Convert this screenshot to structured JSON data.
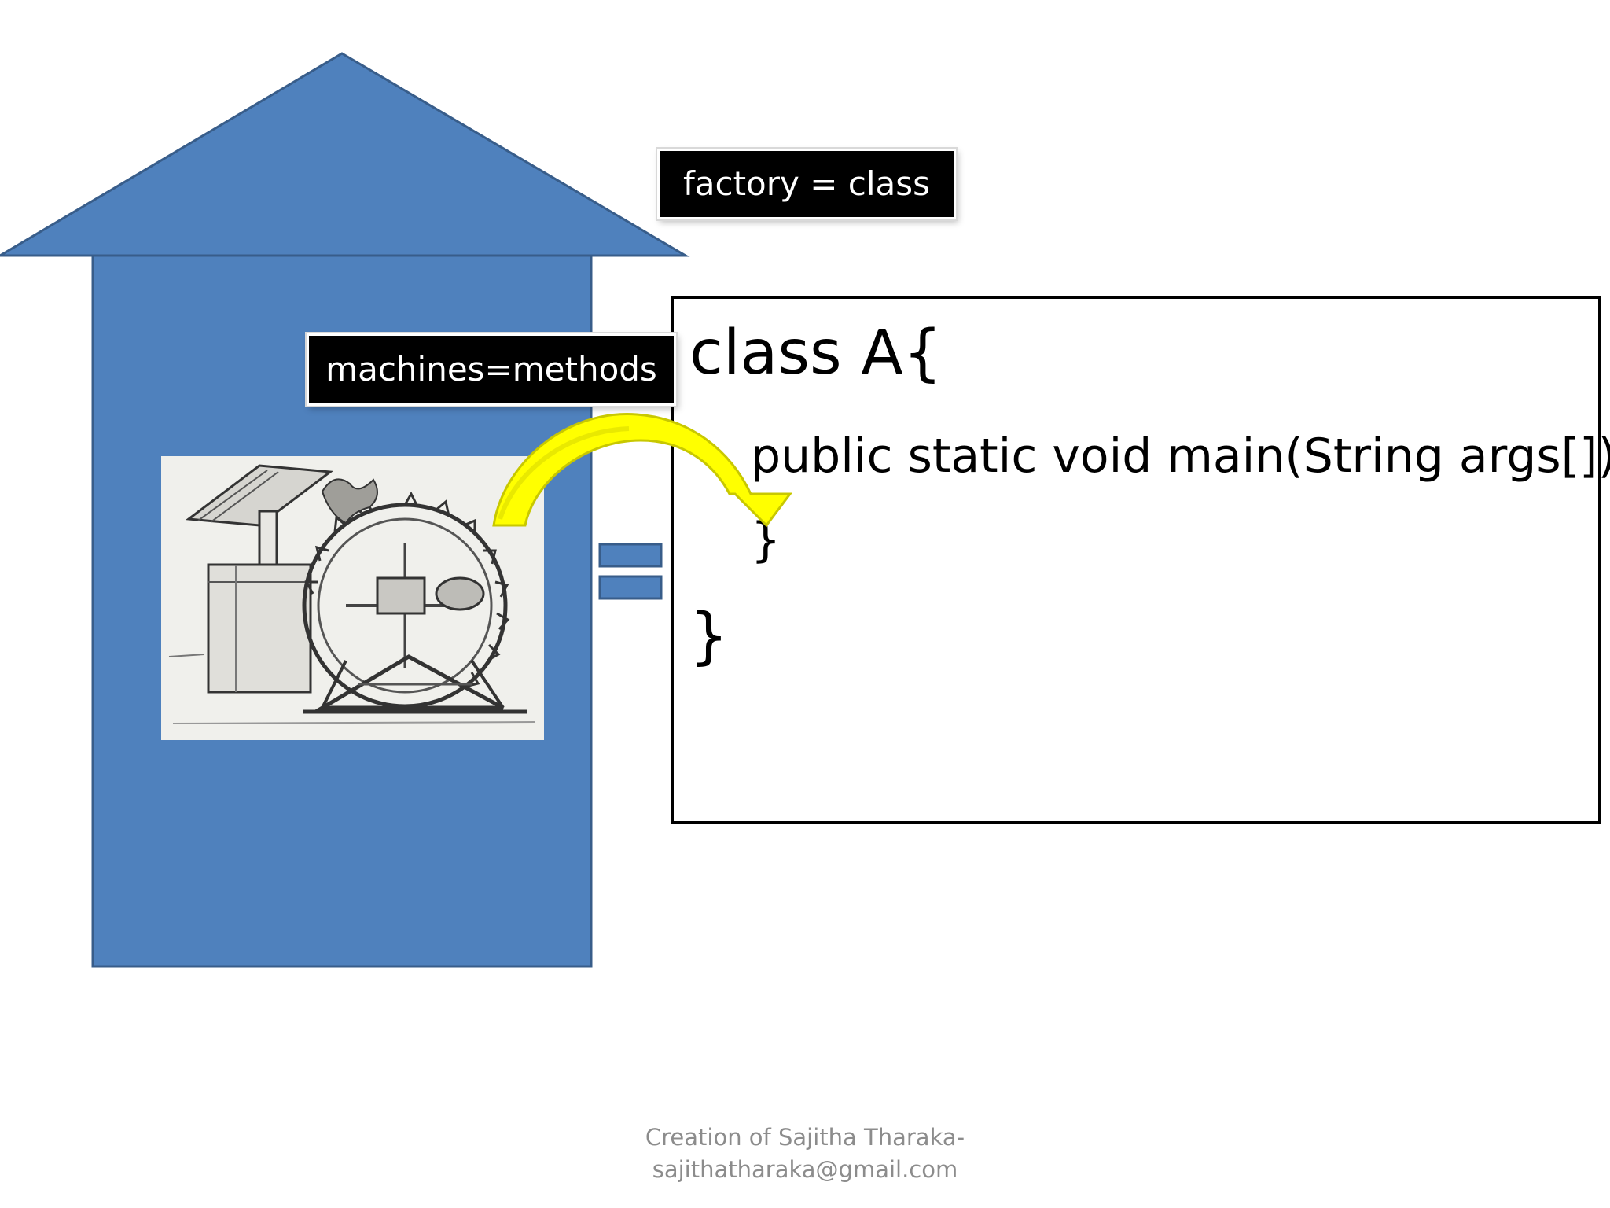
{
  "colors": {
    "building_fill": "#4f81bd",
    "building_stroke": "#385d8a",
    "arrow_fill": "#ffff00",
    "label_bg": "#000000",
    "label_text": "#ffffff",
    "footer_text": "#8c8c8c"
  },
  "labels": {
    "factory": "factory = class",
    "machines": "machines=methods"
  },
  "code": {
    "line1": "class A{",
    "line2": "public static void main(String args[]){",
    "line3": "}",
    "line4": "}"
  },
  "footer": {
    "line1": "Creation of Sajitha Tharaka-",
    "line2": "sajithatharaka@gmail.com"
  },
  "icons": {
    "building": "factory-building-shape",
    "machine_image": "machine-sketch-image",
    "equals": "equals-sign-icon",
    "arrow": "curved-arrow-icon"
  }
}
